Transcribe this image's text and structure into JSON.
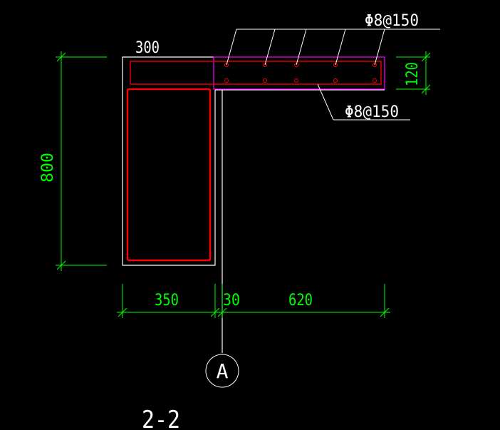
{
  "colors": {
    "background": "#000000",
    "outline": "#ffffff",
    "dimension": "#00ff00",
    "rebar": "#ff0000",
    "stirrup": "#ff0000",
    "slab_outline": "#ff00ff",
    "leader": "#ffffff"
  },
  "labels": {
    "top_rebar_callout": "Φ8@150",
    "bottom_rebar_callout": "Φ8@150",
    "top_width": "300",
    "height": "800",
    "slab_thickness": "120",
    "dim_left": "350",
    "dim_mid": "30",
    "dim_right": "620",
    "axis_label": "A",
    "section_title": "2-2"
  }
}
